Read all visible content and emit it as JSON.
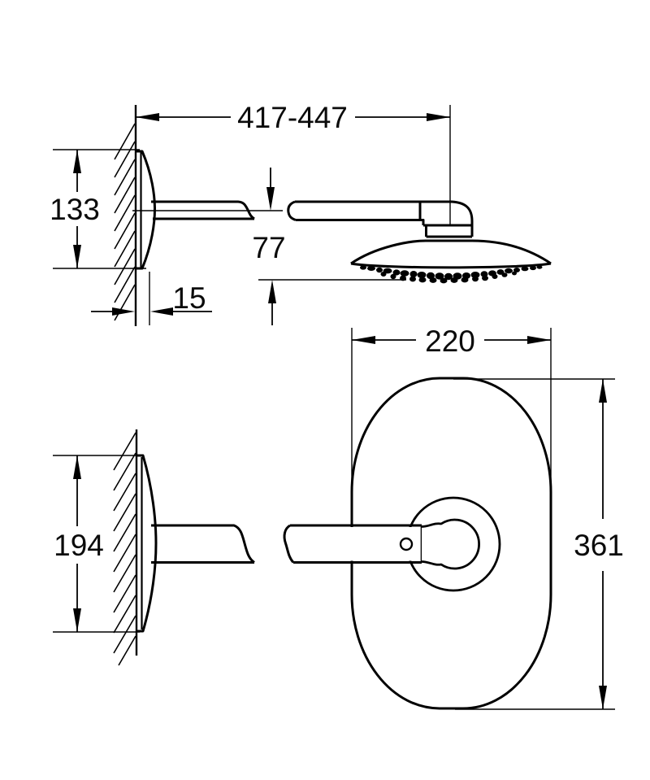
{
  "drawing": {
    "background_color": "#ffffff",
    "line_color": "#000000",
    "side_view": {
      "dimensions": {
        "arm_reach": "417-447",
        "escutcheon_height": "133",
        "head_drop": "77",
        "escutcheon_depth": "15"
      }
    },
    "front_view": {
      "dimensions": {
        "head_width": "220",
        "escutcheon_height": "194",
        "head_height": "361"
      }
    }
  }
}
